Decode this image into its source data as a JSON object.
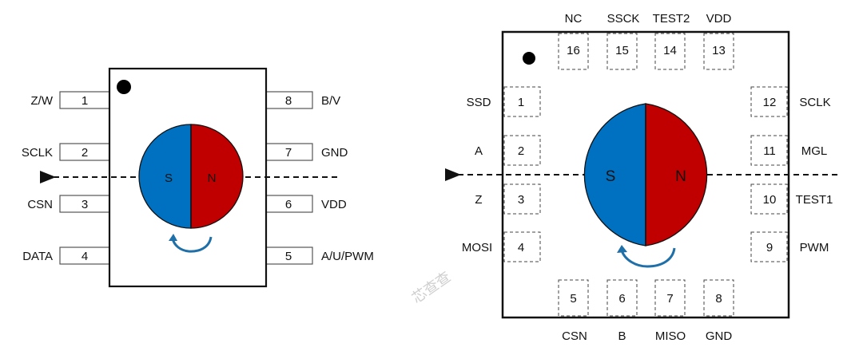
{
  "watermark": "芯查查",
  "colors": {
    "south": "#0070C0",
    "north": "#C00000",
    "arrow": "#1F5F8B",
    "outline": "#111111"
  },
  "soic8": {
    "magnet": {
      "south_label": "S",
      "north_label": "N"
    },
    "left_pins": [
      {
        "number": "1",
        "name": "Z/W"
      },
      {
        "number": "2",
        "name": "SCLK"
      },
      {
        "number": "3",
        "name": "CSN"
      },
      {
        "number": "4",
        "name": "DATA"
      }
    ],
    "right_pins": [
      {
        "number": "8",
        "name": "B/V"
      },
      {
        "number": "7",
        "name": "GND"
      },
      {
        "number": "6",
        "name": "VDD"
      },
      {
        "number": "5",
        "name": "A/U/PWM"
      }
    ]
  },
  "qfn16": {
    "magnet": {
      "south_label": "S",
      "north_label": "N"
    },
    "top_pins": [
      {
        "number": "16",
        "name": "NC"
      },
      {
        "number": "15",
        "name": "SSCK"
      },
      {
        "number": "14",
        "name": "TEST2"
      },
      {
        "number": "13",
        "name": "VDD"
      }
    ],
    "left_pins": [
      {
        "number": "1",
        "name": "SSD"
      },
      {
        "number": "2",
        "name": "A"
      },
      {
        "number": "3",
        "name": "Z"
      },
      {
        "number": "4",
        "name": "MOSI"
      }
    ],
    "right_pins": [
      {
        "number": "12",
        "name": "SCLK"
      },
      {
        "number": "11",
        "name": "MGL"
      },
      {
        "number": "10",
        "name": "TEST1"
      },
      {
        "number": "9",
        "name": "PWM"
      }
    ],
    "bottom_pins": [
      {
        "number": "5",
        "name": "CSN"
      },
      {
        "number": "6",
        "name": "B"
      },
      {
        "number": "7",
        "name": "MISO"
      },
      {
        "number": "8",
        "name": "GND"
      }
    ]
  }
}
